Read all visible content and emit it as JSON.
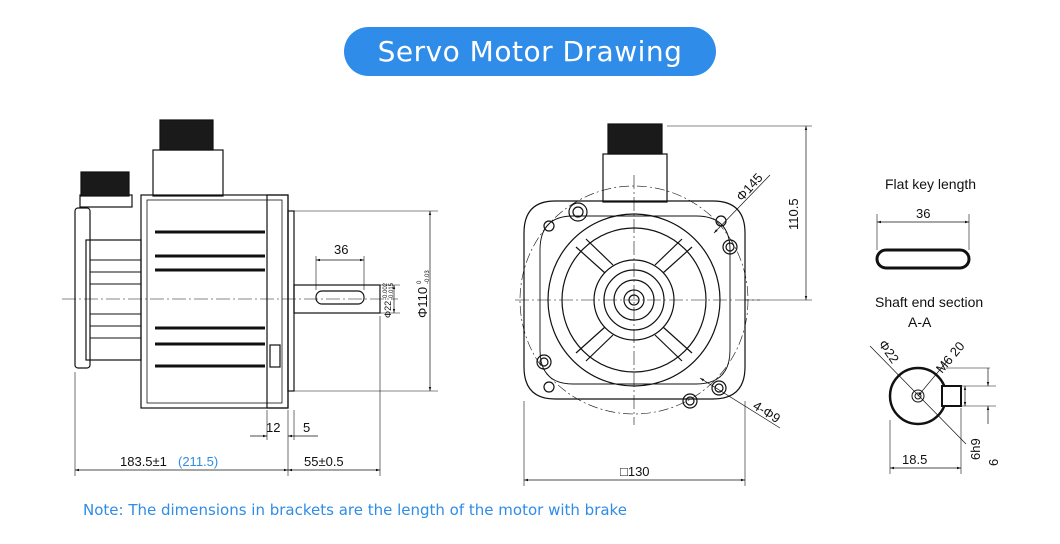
{
  "title": "Servo Motor Drawing",
  "note": "Note: The dimensions in brackets are the length of the motor with brake",
  "side_view": {
    "length": "183.5±1",
    "length_brake": "(211.5)",
    "shaft_length": "55±0.5",
    "flange_thickness": "12",
    "shaft_shoulder": "5",
    "key_length": "36",
    "shaft_diameter": "Φ22",
    "shaft_tolerance_upper": "-0.002",
    "shaft_tolerance_lower": "-0.015",
    "pilot_diameter": "Φ110",
    "pilot_tolerance_upper": "0",
    "pilot_tolerance_lower": "-0.03"
  },
  "front_view": {
    "bolt_circle": "Φ145",
    "height_to_connector": "110.5",
    "holes": "4-Φ9",
    "flange_size": "□130"
  },
  "flat_key": {
    "title": "Flat key length",
    "length": "36"
  },
  "shaft_section": {
    "title": "Shaft end section",
    "subtitle": "A-A",
    "diameter": "Φ22",
    "thread": "M6 20",
    "key_depth": "18.5",
    "key_width_tol": "6h9",
    "key_width": "6"
  },
  "colors": {
    "accent": "#2f8ce8",
    "line": "#111111"
  }
}
